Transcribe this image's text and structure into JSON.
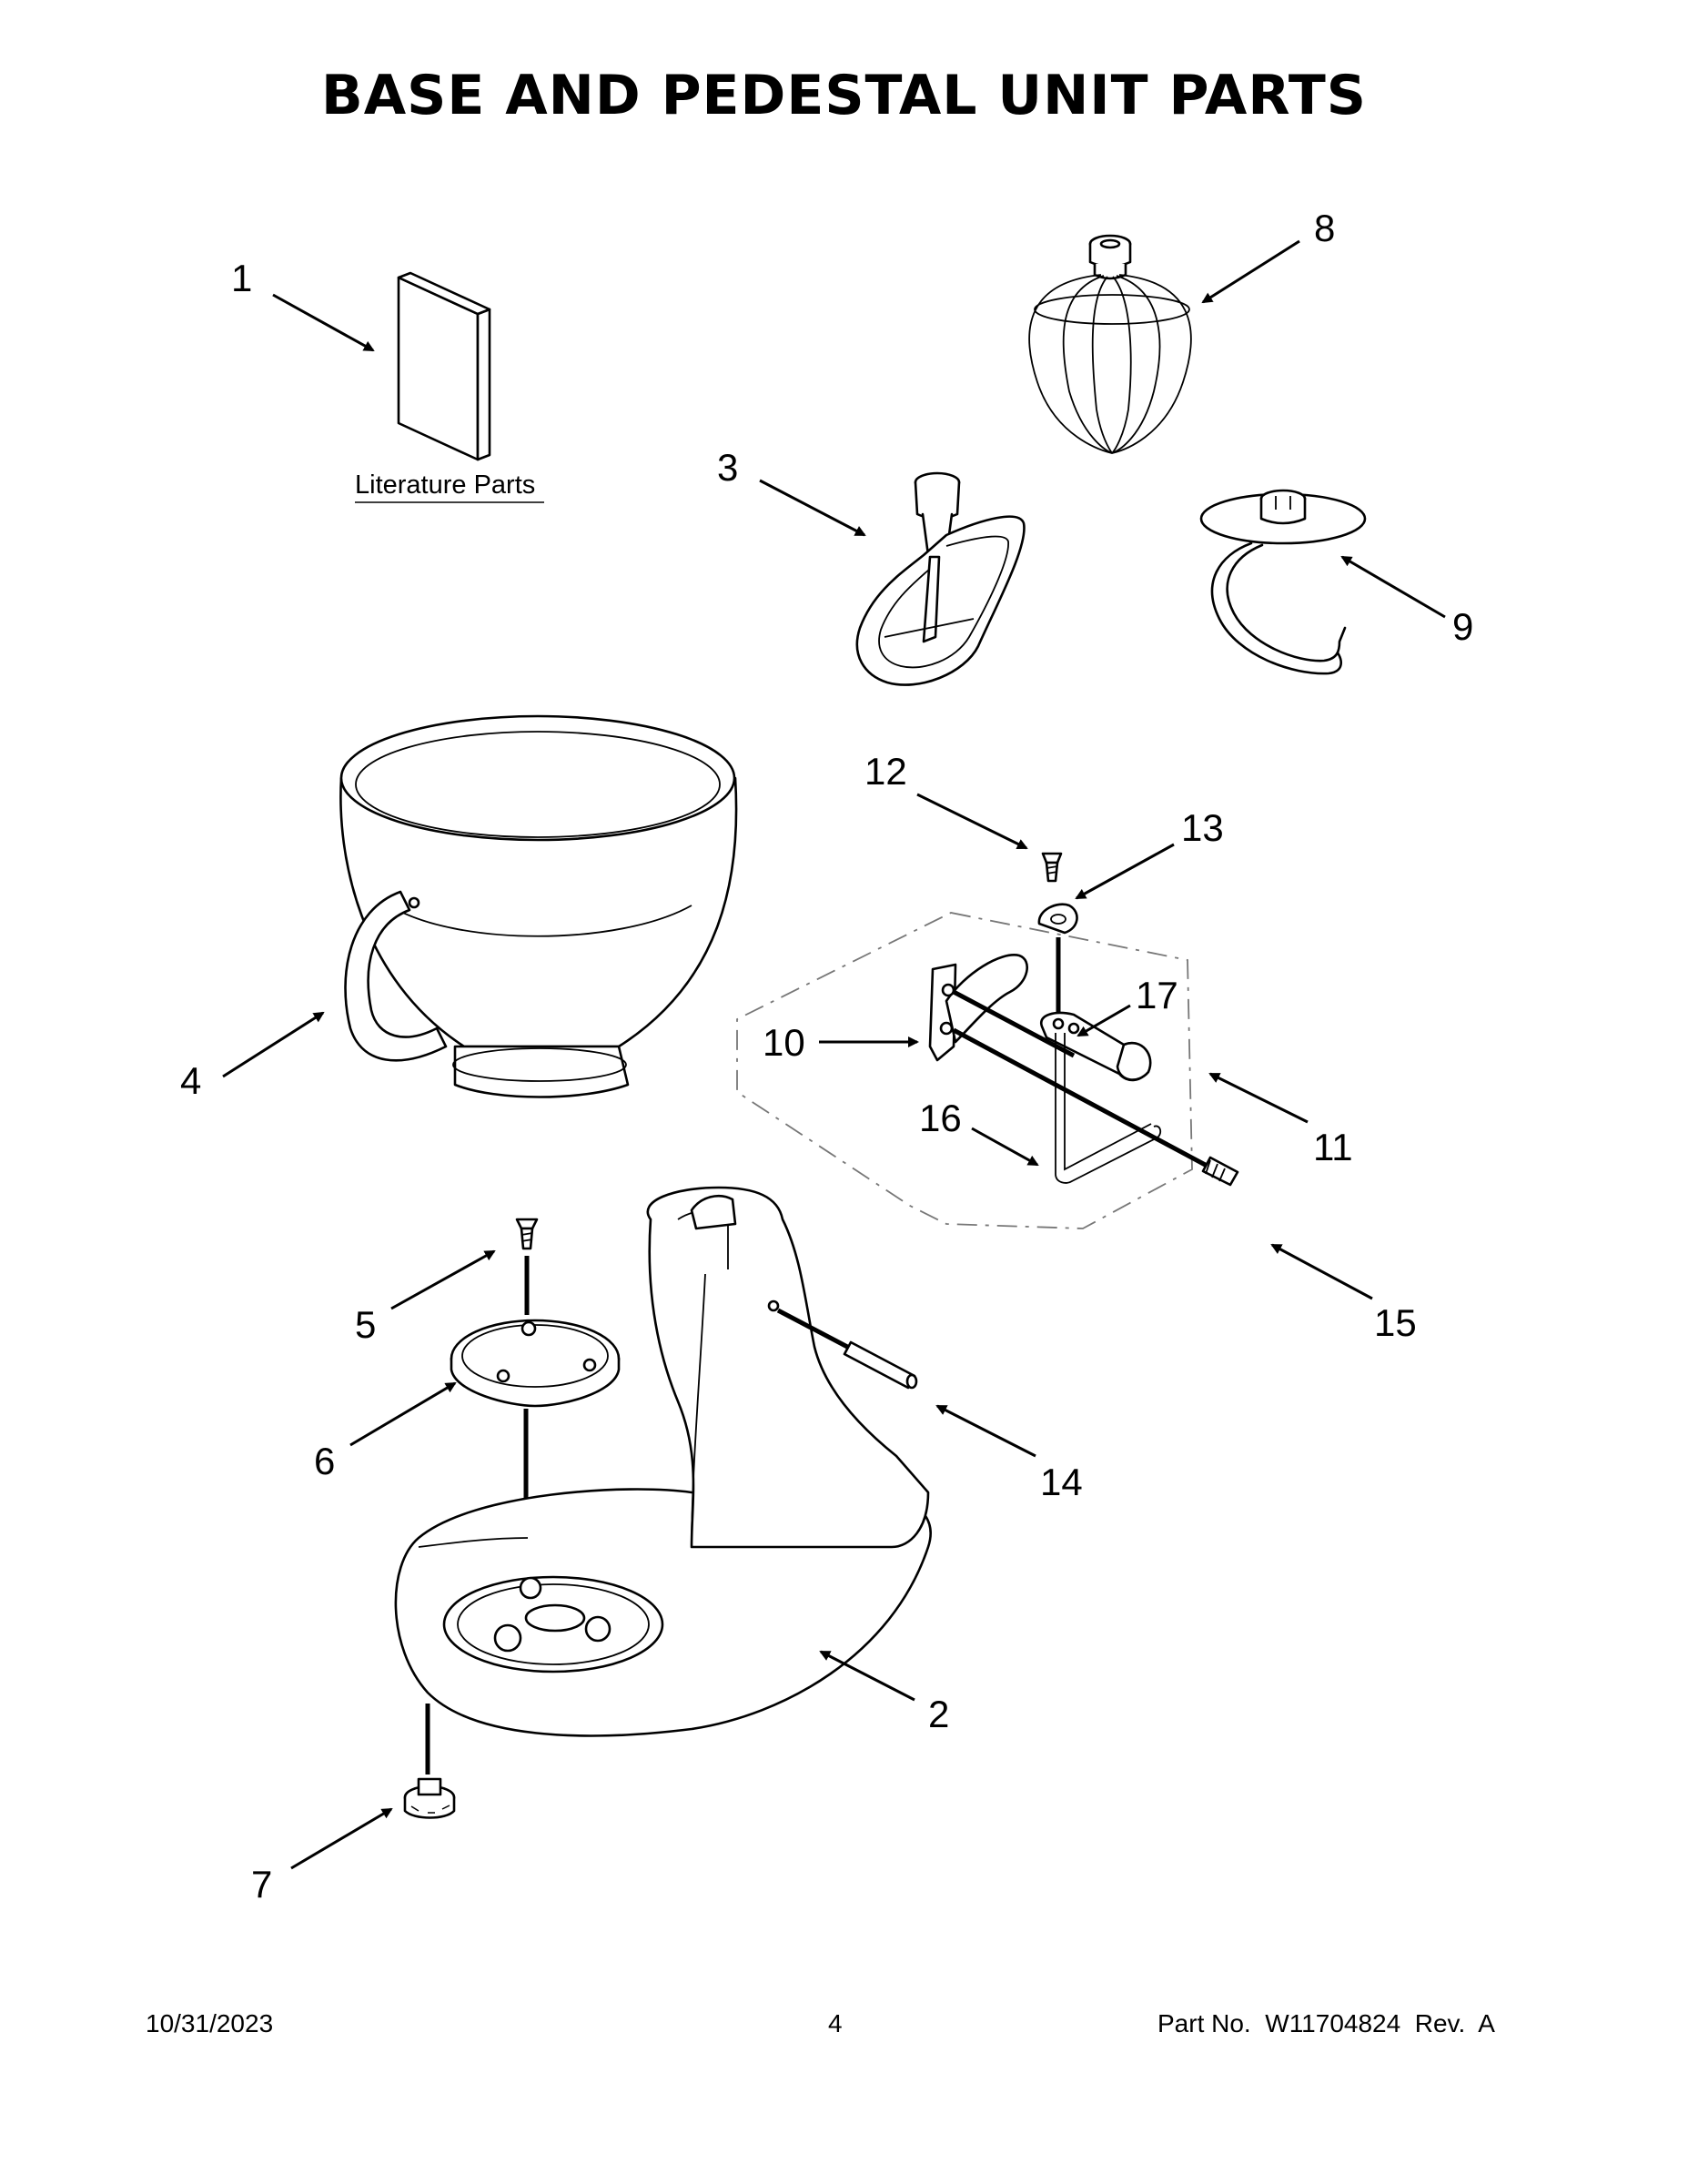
{
  "title": "BASE AND PEDESTAL UNIT PARTS",
  "literature_label": "Literature Parts",
  "callouts": {
    "c1": "1",
    "c2": "2",
    "c3": "3",
    "c4": "4",
    "c5": "5",
    "c6": "6",
    "c7": "7",
    "c8": "8",
    "c9": "9",
    "c10": "10",
    "c11": "11",
    "c12": "12",
    "c13": "13",
    "c14": "14",
    "c15": "15",
    "c16": "16",
    "c17": "17"
  },
  "footer": {
    "date": "10/31/2023",
    "page": "4",
    "part_no": "Part No.  W11704824  Rev.  A"
  }
}
